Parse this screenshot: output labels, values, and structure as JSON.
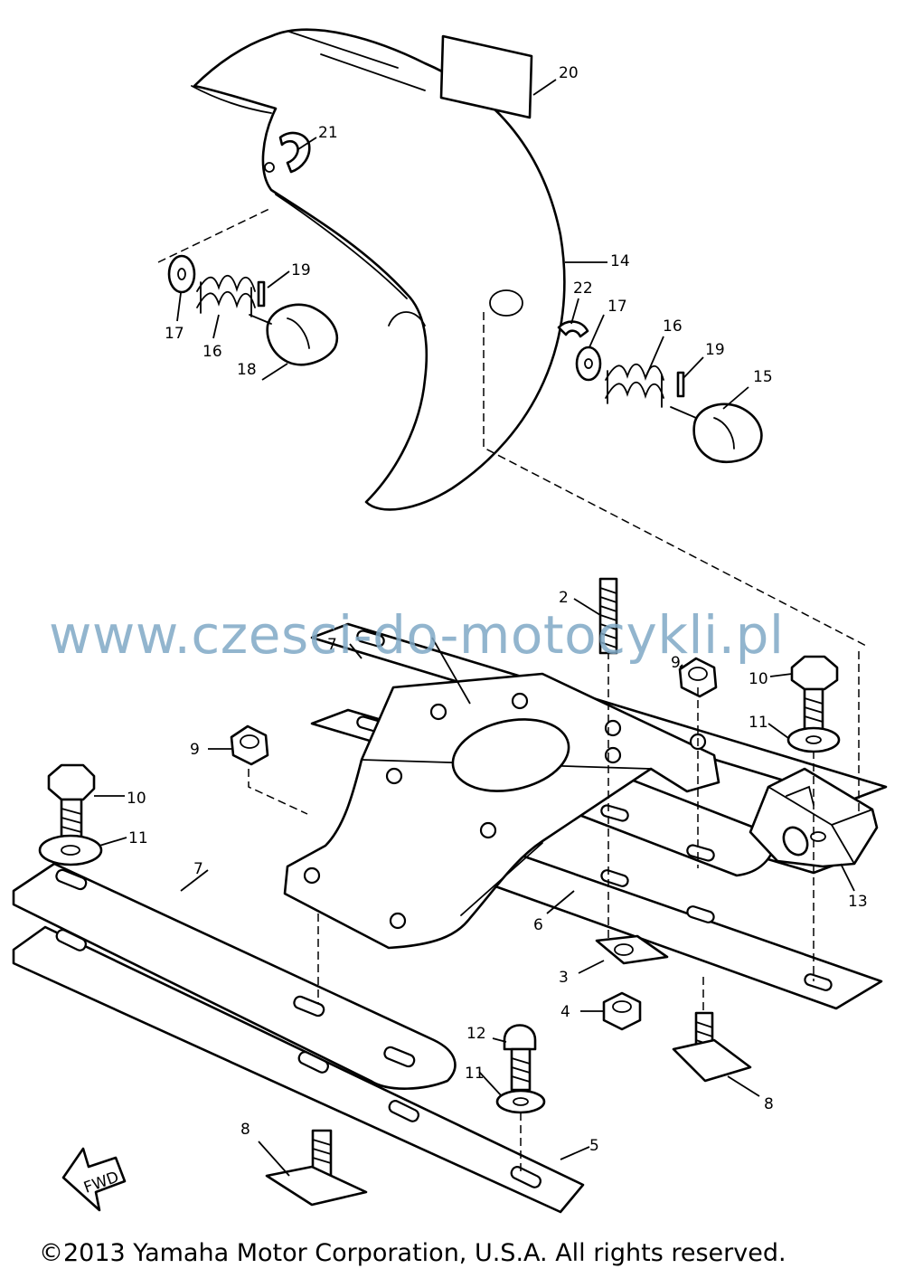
{
  "callouts": {
    "p20": "20",
    "p21": "21",
    "p14": "14",
    "p19a": "19",
    "p17a": "17",
    "p16a": "16",
    "p18": "18",
    "p22": "22",
    "p17b": "17",
    "p16b": "16",
    "p19b": "19",
    "p15": "15",
    "p2": "2",
    "p7a": "7",
    "p9a": "9",
    "p10a": "10",
    "p11a": "11",
    "p9b": "9",
    "p10b": "10",
    "p11b": "11",
    "p7b": "7",
    "p13": "13",
    "p6": "6",
    "p3": "3",
    "p4": "4",
    "p12": "12",
    "p11c": "11",
    "p8a": "8",
    "p8b": "8",
    "p5": "5"
  },
  "fwd_label": "FWD",
  "watermark": "www.czesci-do-motocykli.pl",
  "copyright": "©2013 Yamaha Motor Corporation, U.S.A. All rights reserved."
}
